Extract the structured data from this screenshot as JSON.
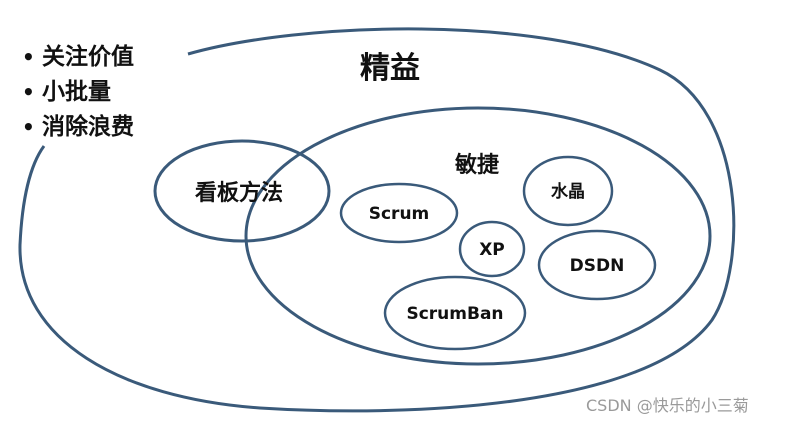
{
  "lean": {
    "label": "精益",
    "principles": [
      "关注价值",
      "小批量",
      "消除浪费"
    ]
  },
  "kanban": {
    "label": "看板方法"
  },
  "agile": {
    "label": "敏捷",
    "methods": {
      "scrum": "Scrum",
      "crystal": "水晶",
      "xp": "XP",
      "dsdn": "DSDN",
      "scrumban": "ScrumBan"
    }
  },
  "bullet_glyph": "•",
  "watermark": "CSDN @快乐的小三菊",
  "colors": {
    "stroke": "#3a5a7a",
    "text": "#111111",
    "watermark": "#9a9a9a"
  }
}
